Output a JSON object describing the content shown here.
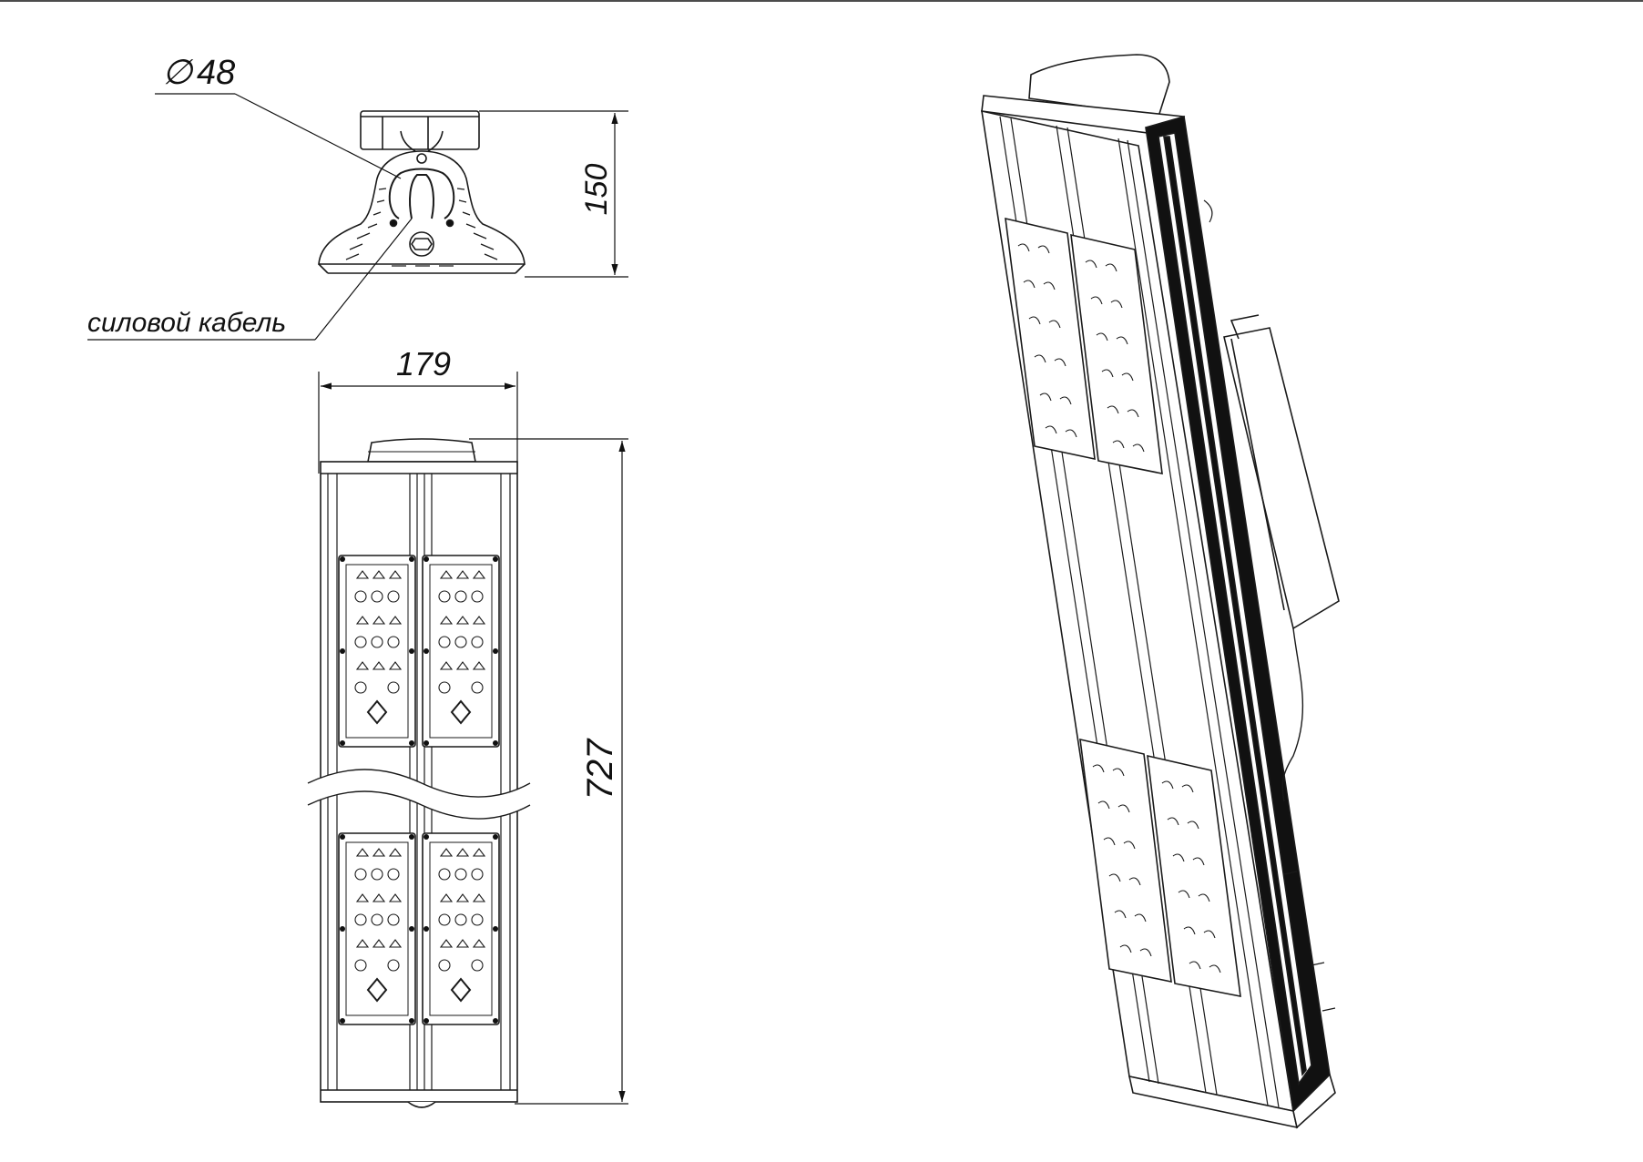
{
  "labels": {
    "diameter_symbol": "∅",
    "diameter_value": "48",
    "cable_label": "силовой кабель"
  },
  "dimensions": {
    "width": "179",
    "height_top_view": "150",
    "length": "727"
  },
  "colors": {
    "line": "#1a1a1a",
    "fill": "#ffffff",
    "shade": "#111111"
  }
}
